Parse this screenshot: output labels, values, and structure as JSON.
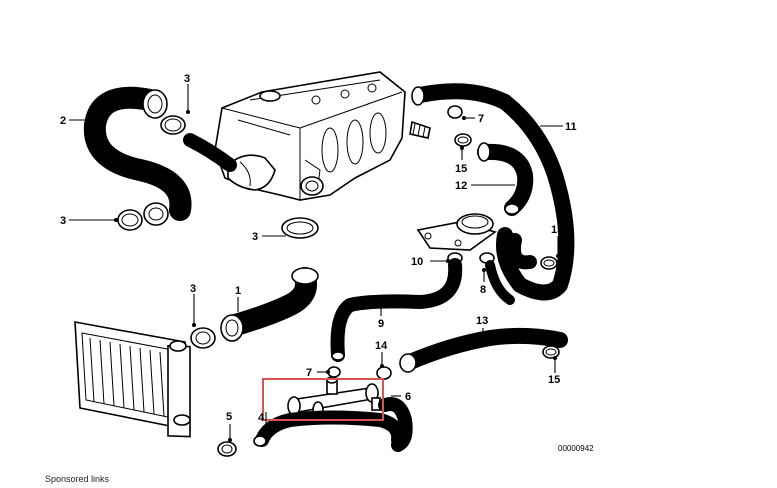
{
  "diagram": {
    "figure_id": "00000942",
    "part_labels": [
      {
        "id": "p1",
        "text": "1"
      },
      {
        "id": "p2",
        "text": "2"
      },
      {
        "id": "p3a",
        "text": "3"
      },
      {
        "id": "p3b",
        "text": "3"
      },
      {
        "id": "p3c",
        "text": "3"
      },
      {
        "id": "p3d",
        "text": "3"
      },
      {
        "id": "p4",
        "text": "4"
      },
      {
        "id": "p5",
        "text": "5"
      },
      {
        "id": "p6",
        "text": "6"
      },
      {
        "id": "p7a",
        "text": "7"
      },
      {
        "id": "p7b",
        "text": "7"
      },
      {
        "id": "p8",
        "text": "8"
      },
      {
        "id": "p9",
        "text": "9"
      },
      {
        "id": "p10",
        "text": "10"
      },
      {
        "id": "p11",
        "text": "11"
      },
      {
        "id": "p12",
        "text": "12"
      },
      {
        "id": "p13",
        "text": "13"
      },
      {
        "id": "p14",
        "text": "14"
      },
      {
        "id": "p15a",
        "text": "15"
      },
      {
        "id": "p15b",
        "text": "15"
      },
      {
        "id": "p15c",
        "text": "15"
      }
    ],
    "highlight_color": "#d9534f"
  },
  "footer": {
    "sponsored_label": "Sponsored links"
  }
}
